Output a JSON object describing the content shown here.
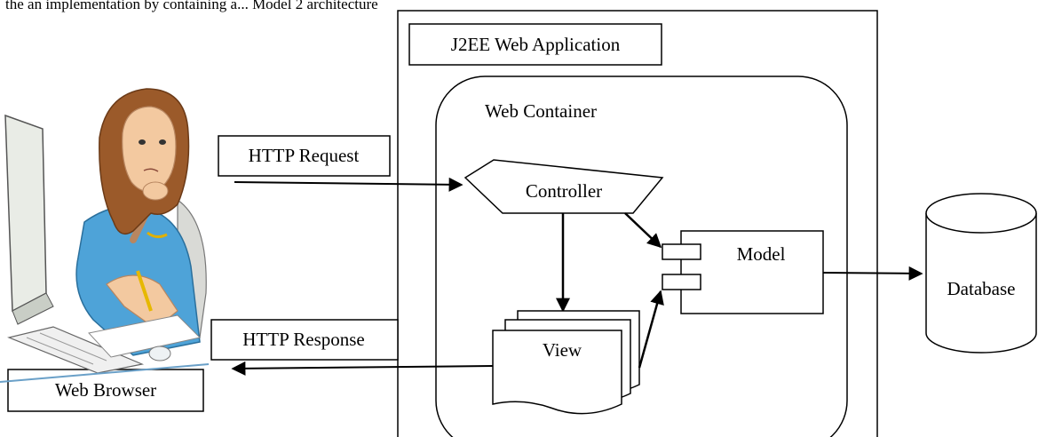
{
  "intro_text": "the an implementation by containing a... Model 2 architecture",
  "diagram": {
    "app_title": "J2EE Web Application",
    "container_title": "Web Container",
    "request_label": "HTTP Request",
    "response_label": "HTTP Response",
    "browser_label": "Web Browser",
    "controller_label": "Controller",
    "model_label": "Model",
    "view_label": "View",
    "database_label": "Database"
  },
  "colors": {
    "line": "#000000",
    "background": "#ffffff",
    "user_shirt": "#4ea3d8",
    "user_hair": "#9b5a2a",
    "user_skin": "#f3c9a0",
    "monitor": "#e9ece6"
  },
  "icons": [
    "user-at-computer-illustration",
    "database-cylinder-icon"
  ]
}
